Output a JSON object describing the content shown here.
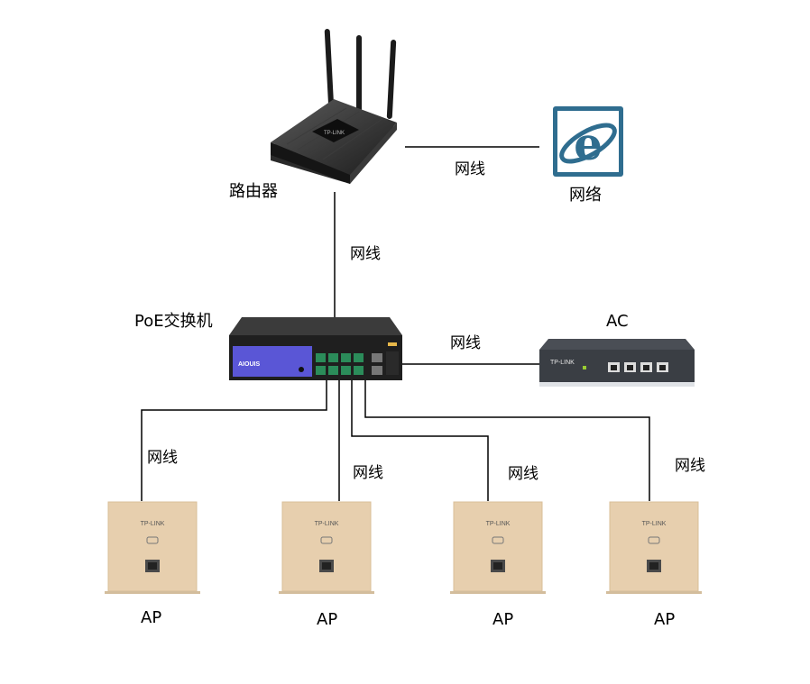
{
  "labels": {
    "router": "路由器",
    "network": "网络",
    "poe_switch": "PoE交换机",
    "ac": "AC",
    "cable": "网线",
    "ap": "AP"
  },
  "brand": {
    "tplink": "TP-LINK",
    "switch_logo": "AIOUIS"
  },
  "colors": {
    "line": "#000000",
    "switch_panel": "#5a56d6",
    "ap_gold": "#e7cfae",
    "port_green": "#2b8c5a",
    "ie_blue": "#2f6d8f"
  }
}
